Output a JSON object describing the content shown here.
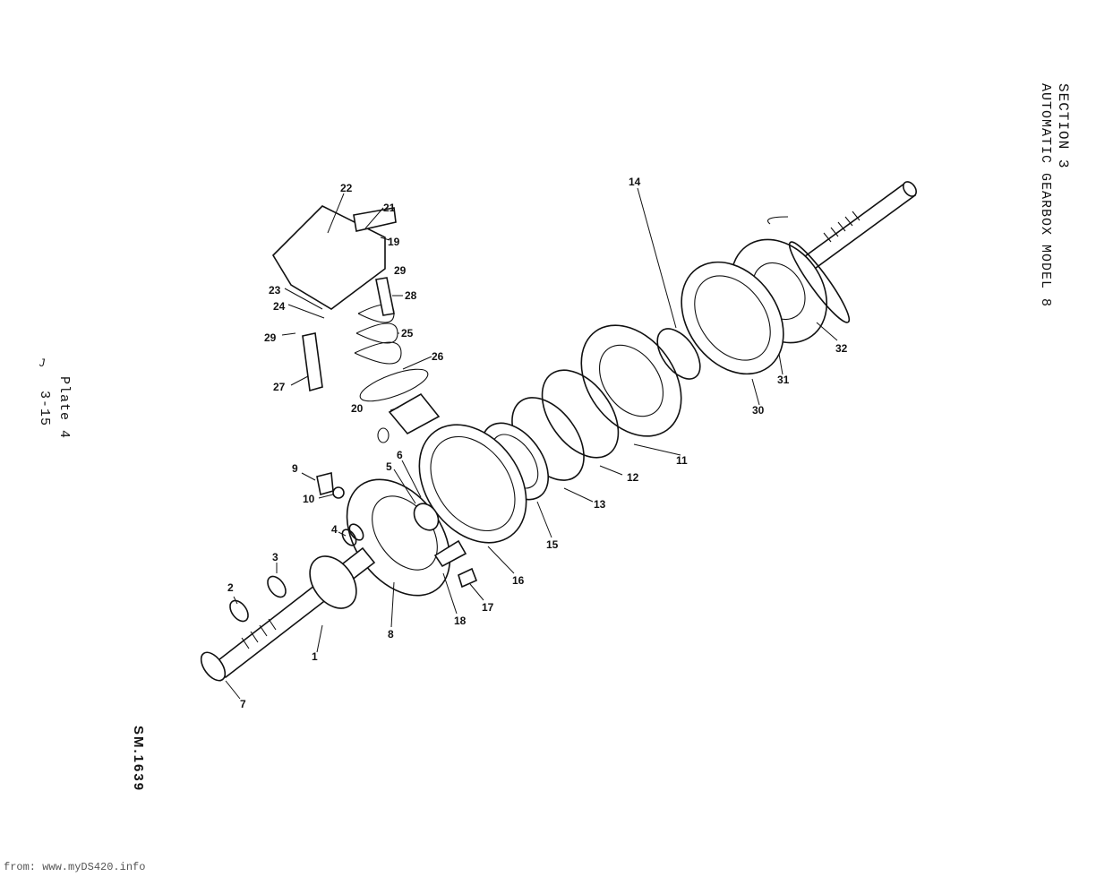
{
  "header": {
    "section": "SECTION 3",
    "subtitle": "AUTOMATIC GEARBOX MODEL 8"
  },
  "plate": {
    "label": "Plate 4",
    "page": "3-15",
    "mark": "J"
  },
  "figure_code": "SM.1639",
  "footer": "from: www.myDS420.info",
  "callouts": [
    "1",
    "2",
    "3",
    "4",
    "5",
    "6",
    "7",
    "8",
    "9",
    "10",
    "11",
    "12",
    "13",
    "14",
    "15",
    "16",
    "17",
    "18",
    "19",
    "20",
    "21",
    "22",
    "23",
    "24",
    "25",
    "26",
    "27",
    "28",
    "29",
    "29",
    "30",
    "31",
    "32"
  ]
}
